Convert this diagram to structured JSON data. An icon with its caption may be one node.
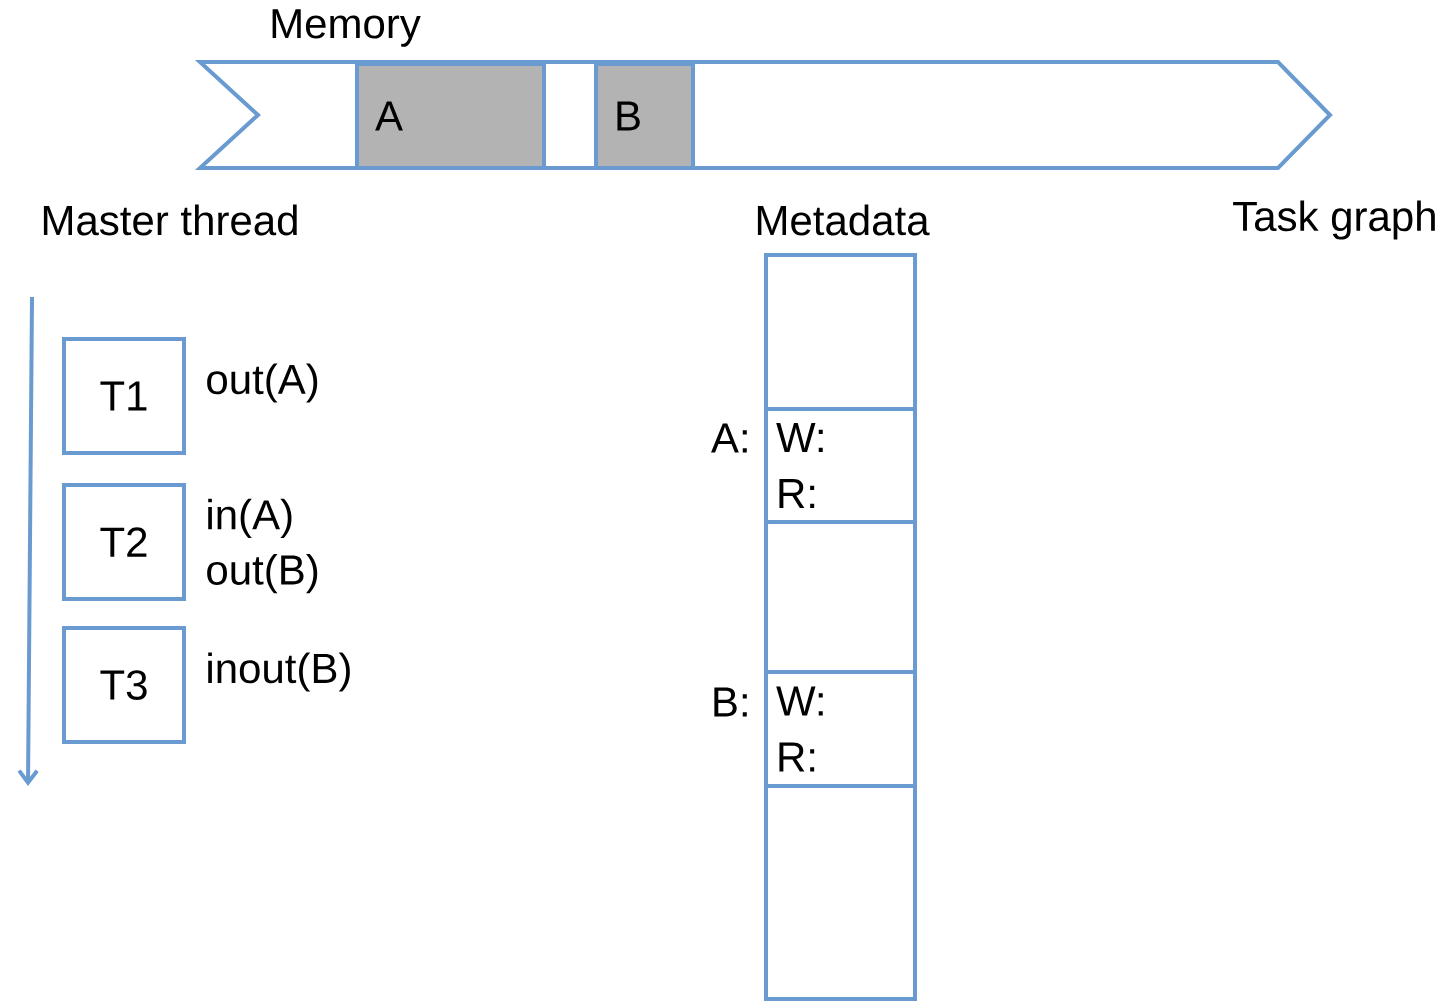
{
  "diagram": {
    "nodes": [
      {
        "text": [
          "Memory"
        ]
      },
      {
        "text": [
          "A"
        ],
        "in": 0
      },
      {
        "text": [
          "B"
        ],
        "in": 0
      },
      {
        "text": [
          "T1"
        ],
        "beside": [
          "out(A)"
        ]
      },
      {
        "text": [
          "T2"
        ],
        "beside": [
          "in(A) out(B)"
        ]
      },
      {
        "text": [
          "T3"
        ],
        "beside": [
          "inout(B)"
        ]
      },
      {
        "text": [],
        "shape": "box"
      },
      {
        "text": [
          "W:",
          "R:"
        ],
        "beside": [
          "A:"
        ]
      },
      {
        "text": [],
        "shape": "box"
      },
      {
        "text": [
          "W:",
          "R:"
        ],
        "beside": [
          "B:"
        ]
      },
      {
        "text": [],
        "shape": "box"
      }
    ],
    "labels": [
      "Master thread",
      "Metadata",
      "Task graph"
    ]
  }
}
